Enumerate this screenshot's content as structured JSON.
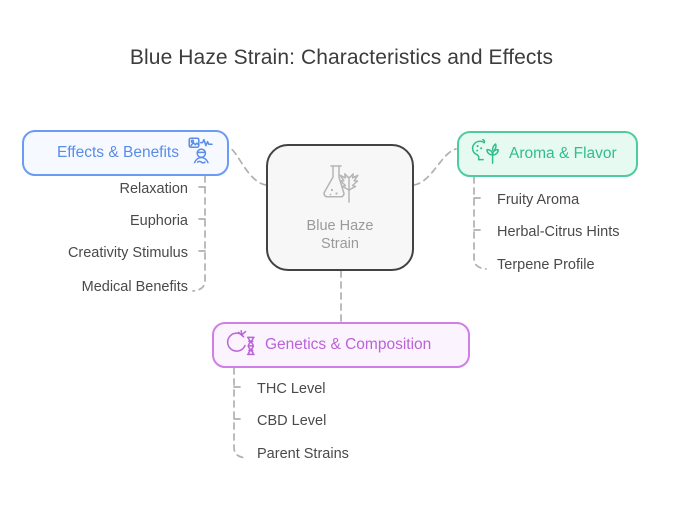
{
  "page": {
    "title": "Blue Haze Strain: Characteristics and Effects",
    "background_color": "#ffffff"
  },
  "center": {
    "label": "Blue Haze\nStrain",
    "icon": "flask-cannabis-leaf-icon",
    "border_color": "#424242",
    "background_color": "#f7f7f7",
    "text_color": "#9a9a9a"
  },
  "branches": [
    {
      "id": "effects",
      "label": "Effects & Benefits",
      "icon": "health-monitor-person-icon",
      "position": "left",
      "border_color": "#6b9bf2",
      "background_color": "#f6f9ff",
      "text_color": "#5a8ce8",
      "leaves": [
        {
          "label": "Relaxation"
        },
        {
          "label": "Euphoria"
        },
        {
          "label": "Creativity Stimulus"
        },
        {
          "label": "Medical Benefits"
        }
      ]
    },
    {
      "id": "aroma",
      "label": "Aroma & Flavor",
      "icon": "nose-scent-leaf-icon",
      "position": "right",
      "border_color": "#4ecca0",
      "background_color": "#e7faf1",
      "text_color": "#2fbf8b",
      "leaves": [
        {
          "label": "Fruity Aroma"
        },
        {
          "label": "Herbal-Citrus Hints"
        },
        {
          "label": "Terpene Profile"
        }
      ]
    },
    {
      "id": "genetics",
      "label": "Genetics & Composition",
      "icon": "dna-magnifier-icon",
      "position": "bottom",
      "border_color": "#cf7fe6",
      "background_color": "#fbf3fe",
      "text_color": "#b964d6",
      "leaves": [
        {
          "label": "THC Level"
        },
        {
          "label": "CBD Level"
        },
        {
          "label": "Parent Strains"
        }
      ]
    }
  ],
  "connector": {
    "color": "#b0b0b0",
    "style": "dashed"
  }
}
